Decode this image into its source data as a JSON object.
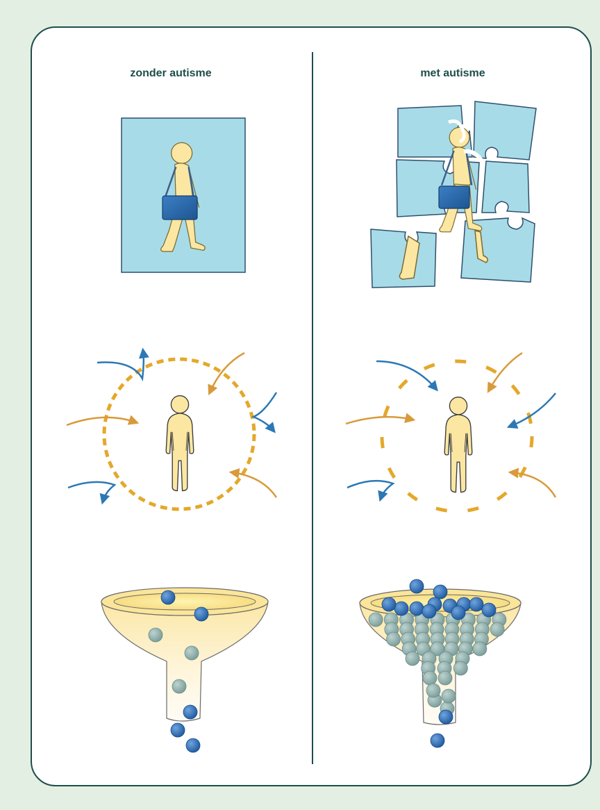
{
  "columns": [
    {
      "id": "left",
      "heading": "zonder autisme"
    },
    {
      "id": "right",
      "heading": "met autisme"
    }
  ],
  "colors": {
    "page_background": "#e3efe3",
    "frame_border": "#1e4d4a",
    "picture_background": "#a8dbe8",
    "figure_fill": "#fbe7a2",
    "figure_stroke": "#7a6a30",
    "bag_blue": "#2a6cb0",
    "boundary_orange": "#e4a82a",
    "arrow_blue": "#2b78b5",
    "arrow_orange": "#d89a3a",
    "funnel_fill": "#fdf0c4",
    "ball_blue": "#2f6db4",
    "ball_grey": "#8fb0ad"
  },
  "panels": [
    {
      "id": "perception-picture",
      "left": "whole-picture",
      "right": "puzzle-pieces"
    },
    {
      "id": "stimulus-boundary",
      "left": "dashed-circle-filter",
      "right": "broken-circle-filter"
    },
    {
      "id": "information-funnel",
      "left": "few-balls-flow-through",
      "right": "overfull-funnel"
    }
  ]
}
